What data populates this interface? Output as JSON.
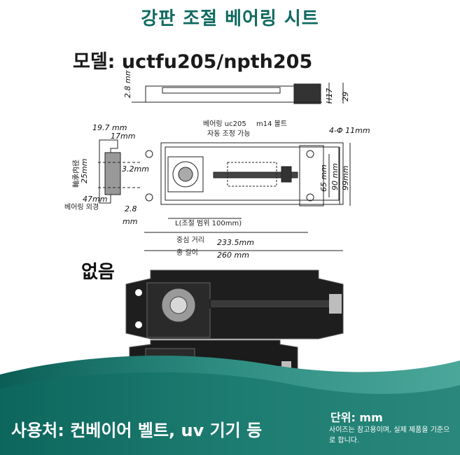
{
  "header": {
    "title": "강판 조절 베어링 시트",
    "model": "모델: uctfu205/npth205"
  },
  "drawing": {
    "dim_2_8_top": "2.8 mm",
    "dim_h17": "H17",
    "dim_29": "29",
    "dim_19_7": "19.7 mm",
    "dim_17": "17mm",
    "label_bearing_inner_cn": "軸承内径",
    "dim_25": "25mm",
    "dim_3_2": "3.2mm",
    "dim_47": "47mm",
    "label_bearing_outer": "베어링 외경",
    "dim_2_8": "2.8",
    "dim_mm": "mm",
    "label_bearing_uc205": "베어링 uc205",
    "label_auto_adjust": "자동 조정 가능",
    "label_m14_bolt": "m14 볼트",
    "label_hole": "4-Φ 11mm",
    "dim_65": "65 mm",
    "dim_90": "90 mm",
    "dim_99": "99mm",
    "label_adjust_range": "L(조절 범위 100mm)",
    "label_center_distance": "중심 거리",
    "dim_233_5": "233.5mm",
    "label_total_length": "총 길이",
    "dim_260": "260 mm"
  },
  "photo_section": {
    "none_label": "없음"
  },
  "footer": {
    "usage": "사용처: 컨베이어 벨트, uv 기기 등",
    "unit": "단위: mm",
    "note": "사이즈는 참고용이며, 실제 제품을 기준으로 합니다."
  },
  "colors": {
    "title_teal": "#0f6a60",
    "footer_teal_dark": "#0b5e56",
    "footer_teal_light": "#4aa79a"
  }
}
